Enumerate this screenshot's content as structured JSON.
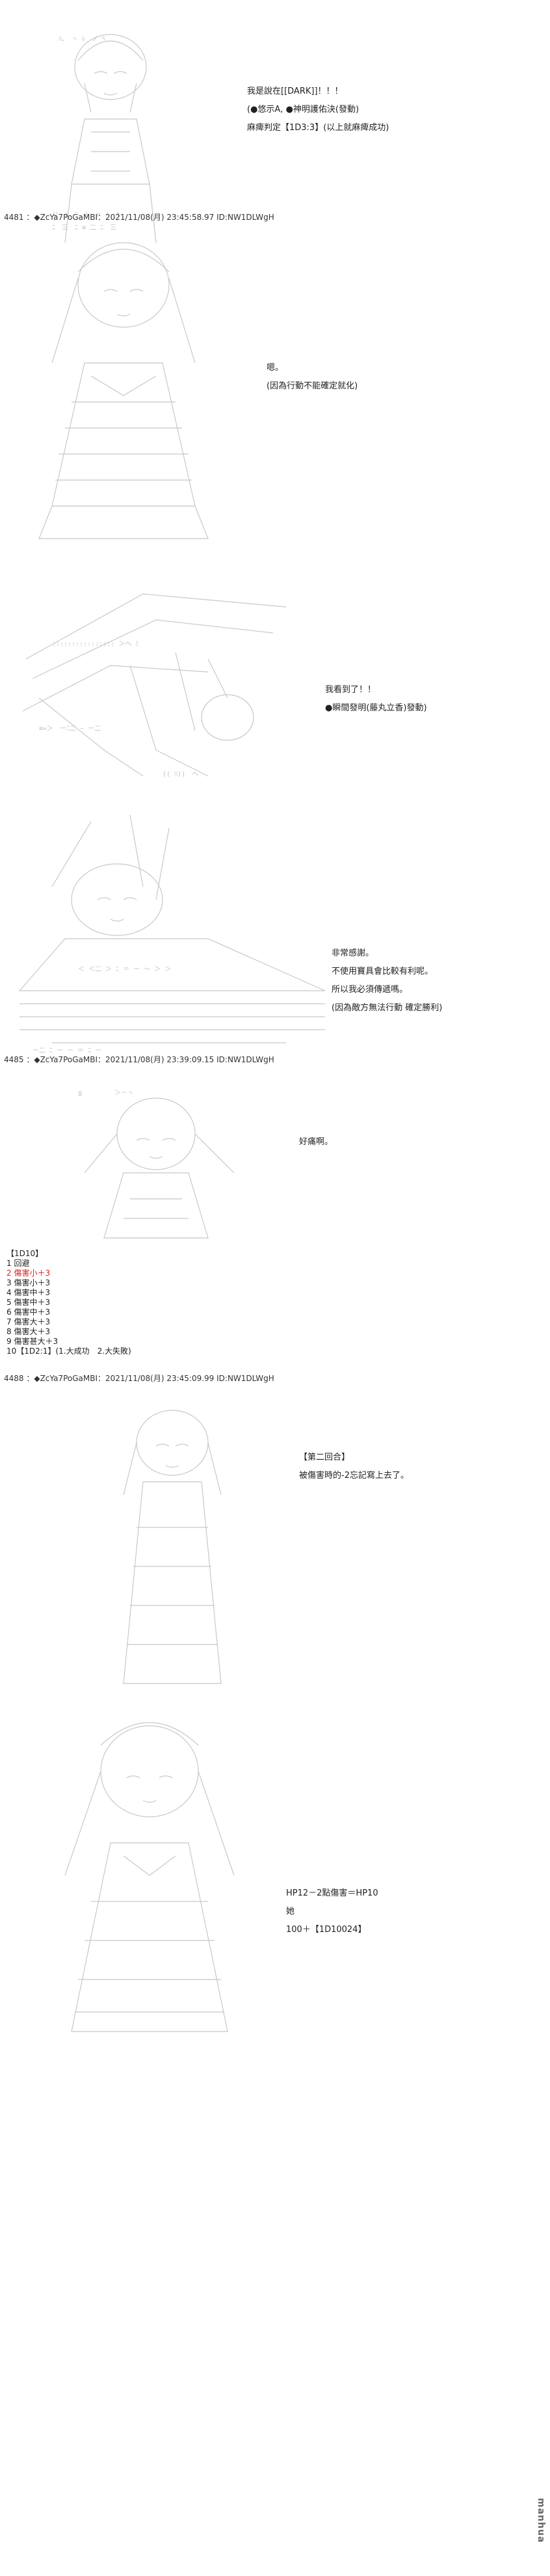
{
  "posts": [
    {
      "lines": [
        "我是說在[[DARK]]！！！",
        "(●悠示A, ●神明護佑決(發動)",
        "麻痺判定【1D3:3】(以上就麻痺成功)"
      ]
    },
    {
      "header": "4481 ：◆ZcYa7PoGaMBI：2021/11/08(月) 23:45:58.97 ID:NW1DLWgH",
      "lines": [
        "嗯。",
        "(因為行動不能確定就化)"
      ]
    },
    {
      "lines": [
        "我看到了！！",
        "●瞬間發明(藤丸立香)發動)"
      ]
    },
    {
      "lines": [
        "非常感謝。",
        "不使用寶具會比較有利呢。",
        "所以我必須傳遞嗎。",
        "(因為敵方無法行動 確定勝利)"
      ]
    },
    {
      "header": "4485 ：◆ZcYa7PoGaMBI：2021/11/08(月) 23:39:09.15 ID:NW1DLWgH",
      "lines": [
        "好痛啊。"
      ]
    },
    {
      "header": "4488 ：◆ZcYa7PoGaMBI：2021/11/08(月) 23:45:09.99 ID:NW1DLWgH",
      "lines": [
        "【第二回合】",
        "被傷害時的-2忘記寫上去了。"
      ]
    },
    {
      "lines": [
        "HP12－2點傷害＝HP10",
        "她",
        "100＋【1D10024】"
      ]
    }
  ],
  "dice_table": {
    "title": "【1D10】",
    "items": [
      "1 回避",
      "2 傷害小＋3",
      "3 傷害小＋3",
      "4 傷害中＋3",
      "5 傷害中＋3",
      "6 傷害中＋3",
      "7 傷害大＋3",
      "8 傷害大＋3",
      "9 傷害甚大＋3",
      "10【1D2:1】(1.大成功　2.大失敗)"
    ],
    "highlight_color": "#d62222"
  },
  "watermark": "manhua"
}
